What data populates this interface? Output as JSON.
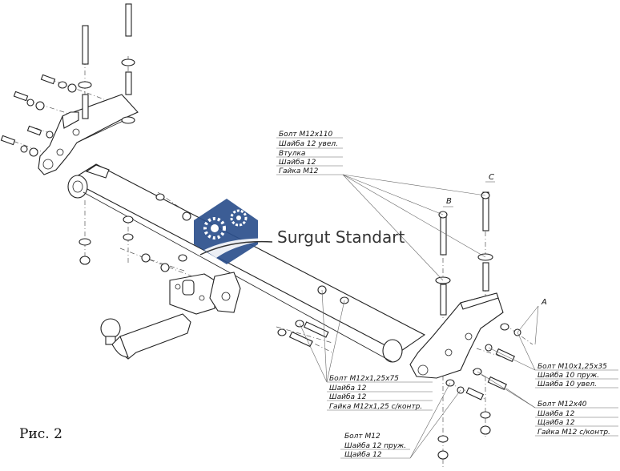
{
  "figure_label": "Рис. 2",
  "watermark": {
    "text": "Surgut Standart",
    "colors": {
      "blue": "#2b4f8c",
      "text": "#333333"
    }
  },
  "markers": {
    "a": "A",
    "b": "B",
    "c": "C"
  },
  "callouts": {
    "top": [
      "Болт М12х110",
      "Шайба 12 увел.",
      "Втулка",
      "Шайба 12",
      "Гайка М12"
    ],
    "center": [
      "Болт М12х1,25х75",
      "Шайба 12",
      "Шайба 12",
      "Гайка М12х1,25 с/контр."
    ],
    "right_a": [
      "Болт М10х1,25х35",
      "Шайба 10 пруж.",
      "Шайба 10 увел."
    ],
    "right_b": [
      "Болт М12х40",
      "Шайба 12",
      "Щайба 12",
      "Гайка М12 с/контр."
    ],
    "bottom": [
      "Болт М12",
      "Шайба 12 пруж.",
      "Щайба 12"
    ]
  }
}
